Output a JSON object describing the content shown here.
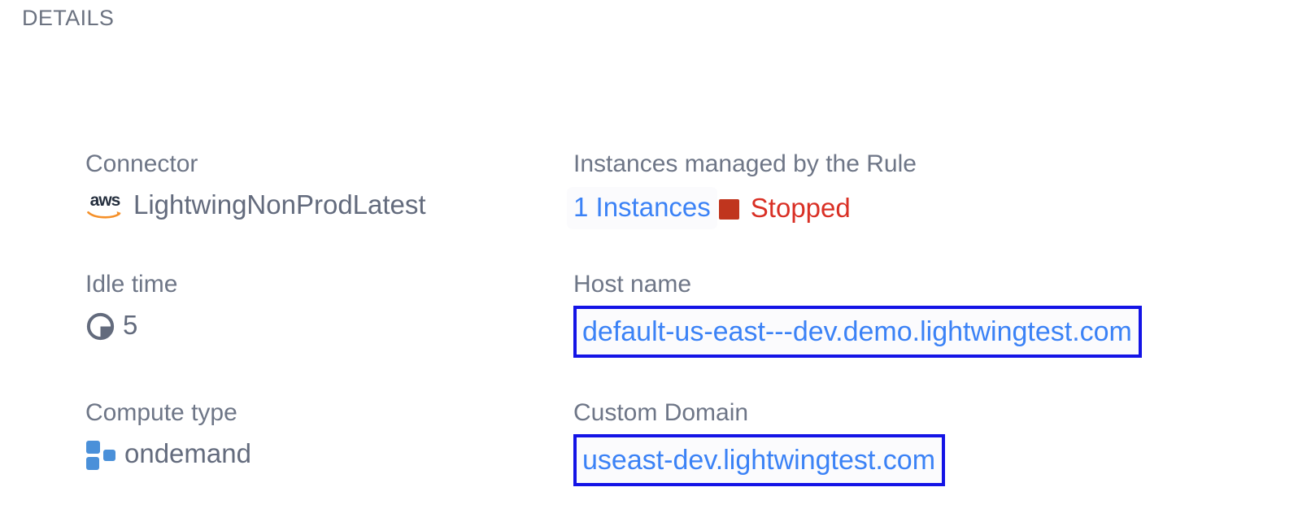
{
  "section": {
    "title": "DETAILS"
  },
  "fields": {
    "connector": {
      "label": "Connector",
      "value": "LightwingNonProdLatest",
      "icon": "aws-logo-icon",
      "icon_text": "aws"
    },
    "instances": {
      "label": "Instances managed by the Rule",
      "count_label": "1 Instances",
      "status": "Stopped",
      "status_icon": "stopped-square-icon",
      "status_color": "#d93025",
      "status_square_color": "#c0351e",
      "link_color": "#3b82f6"
    },
    "idle_time": {
      "label": "Idle time",
      "value": "5",
      "icon": "clock-pie-icon"
    },
    "host_name": {
      "label": "Host name",
      "value": "default-us-east---dev.demo.lightwingtest.com",
      "annotation_color": "#1414e6",
      "link_color": "#3b82f6"
    },
    "compute_type": {
      "label": "Compute type",
      "value": "ondemand",
      "icon": "compute-squares-icon"
    },
    "custom_domain": {
      "label": "Custom Domain",
      "value": "useast-dev.lightwingtest.com",
      "annotation_color": "#1414e6",
      "link_color": "#3b82f6"
    }
  },
  "colors": {
    "label_text": "#6e7687",
    "value_text": "#636b7d",
    "header_text": "#6b7280",
    "accent_blue": "#3b82f6",
    "annotation_blue": "#1414e6",
    "aws_orange": "#f59029",
    "compute_blue": "#4a90d9",
    "background": "#ffffff"
  }
}
